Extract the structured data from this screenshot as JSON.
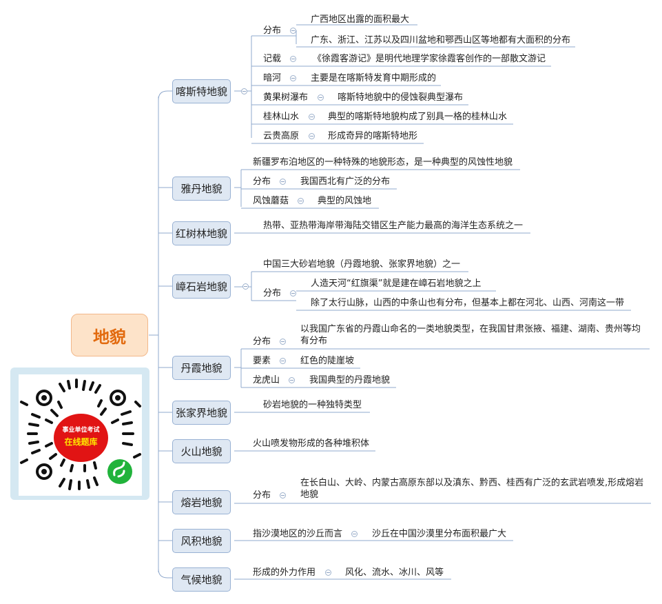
{
  "root": "地貌",
  "topics": {
    "karst": "喀斯特地貌",
    "yardang": "雅丹地貌",
    "mangrove": "红树林地貌",
    "zhangshi": "嶂石岩地貌",
    "danxia": "丹霞地貌",
    "zhangjiajie": "张家界地貌",
    "volcano": "火山地貌",
    "lava": "熔岩地貌",
    "aeolian": "风积地貌",
    "climate": "气候地貌"
  },
  "karst": {
    "dist_label": "分布",
    "dist_1": "广西地区出露的面积最大",
    "dist_2": "广东、浙江、江苏以及四川盆地和鄂西山区等地都有大面积的分布",
    "record_label": "记载",
    "record": "《徐霞客游记》是明代地理学家徐霞客创作的一部散文游记",
    "river_label": "暗河",
    "river": "主要是在喀斯特发育中期形成的",
    "falls_label": "黄果树瀑布",
    "falls": "喀斯特地貌中的侵蚀裂典型瀑布",
    "guilin_label": "桂林山水",
    "guilin": "典型的喀斯特地貌构成了别具一格的桂林山水",
    "yungui_label": "云贵高原",
    "yungui": "形成奇异的喀斯特地形"
  },
  "yardang": {
    "desc": "新疆罗布泊地区的一种特殊的地貌形态，是一种典型的风蚀性地貌",
    "dist_label": "分布",
    "dist": "我国西北有广泛的分布",
    "mush_label": "风蚀蘑菇",
    "mush": "典型的风蚀地"
  },
  "mangrove": {
    "desc": "热带、亚热带海岸带海陆交错区生产能力最高的海洋生态系统之一"
  },
  "zhangshi": {
    "desc": "中国三大砂岩地貌（丹霞地貌、张家界地貌）之一",
    "dist_label": "分布",
    "dist_1": "人造天河“红旗渠”就是建在嶂石岩地貌之上",
    "dist_2": "除了太行山脉，山西的中条山也有分布，但基本上都在河北、山西、河南这一带"
  },
  "danxia": {
    "dist_label": "分布",
    "dist": "以我国广东省的丹霞山命名的一类地貌类型，在我国甘肃张掖、福建、湖南、贵州等均有分布",
    "elem_label": "要素",
    "elem": "红色的陡崖坡",
    "lhs_label": "龙虎山",
    "lhs": "我国典型的丹霞地貌"
  },
  "zhangjiajie": {
    "desc": "砂岩地貌的一种独特类型"
  },
  "volcano": {
    "desc": "火山喷发物形成的各种堆积体"
  },
  "lava": {
    "dist_label": "分布",
    "dist": "在长白山、大岭、内蒙古高原东部以及滇东、黔西、桂西有广泛的玄武岩喷发,形成熔岩地貌"
  },
  "aeolian": {
    "desc": "指沙漠地区的沙丘而言",
    "sub": "沙丘在中国沙漠里分布面积最广大"
  },
  "climate": {
    "desc": "形成的外力作用",
    "sub": "风化、流水、冰川、风等"
  },
  "qr": {
    "line1": "事业单位考试",
    "line2": "在线题库"
  },
  "colors": {
    "line": "#8fa8cc",
    "topic_fill": "#dfe8f3",
    "root_fill": "#fde3c9",
    "root_text": "#e26a0e"
  }
}
